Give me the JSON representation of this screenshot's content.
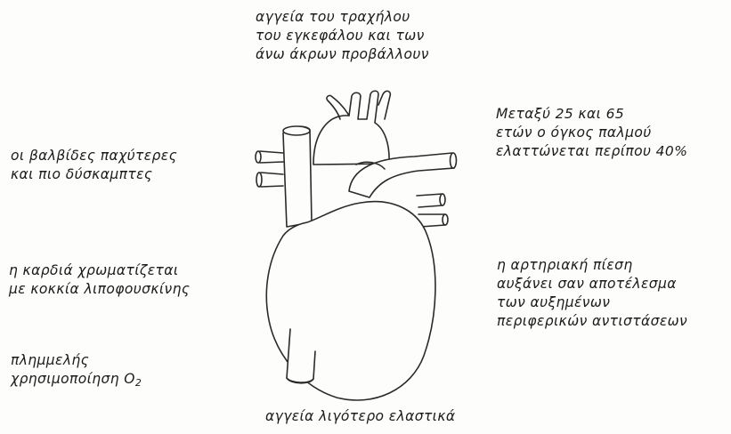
{
  "labels": {
    "top": [
      "αγγεία του τραχήλου",
      "του εγκεφάλου και των",
      "άνω άκρων προβάλλουν"
    ],
    "top_right": [
      "Μεταξύ 25 και 65",
      "ετών ο όγκος παλμού",
      "ελαττώνεται περίπου 40%"
    ],
    "left_1": [
      "οι βαλβίδες παχύτερες",
      "και πιο δύσκαμπτες"
    ],
    "left_2": [
      "η καρδιά χρωματίζεται",
      "με κοκκία λιποφουσκίνης"
    ],
    "right_2": [
      "η αρτηριακή πίεση",
      "αυξάνει σαν αποτέλεσμα",
      "των αυξημένων",
      "περιφερικών αντιστάσεων"
    ],
    "left_3": [
      "πλημμελής",
      "χρησιμοποίηση Ο"
    ],
    "left_3_subscript": "2",
    "bottom": "αγγεία λιγότερο ελαστικά"
  },
  "heart": {
    "icon": "heart-drawing-icon",
    "stroke_color": "#2a2a2a"
  }
}
